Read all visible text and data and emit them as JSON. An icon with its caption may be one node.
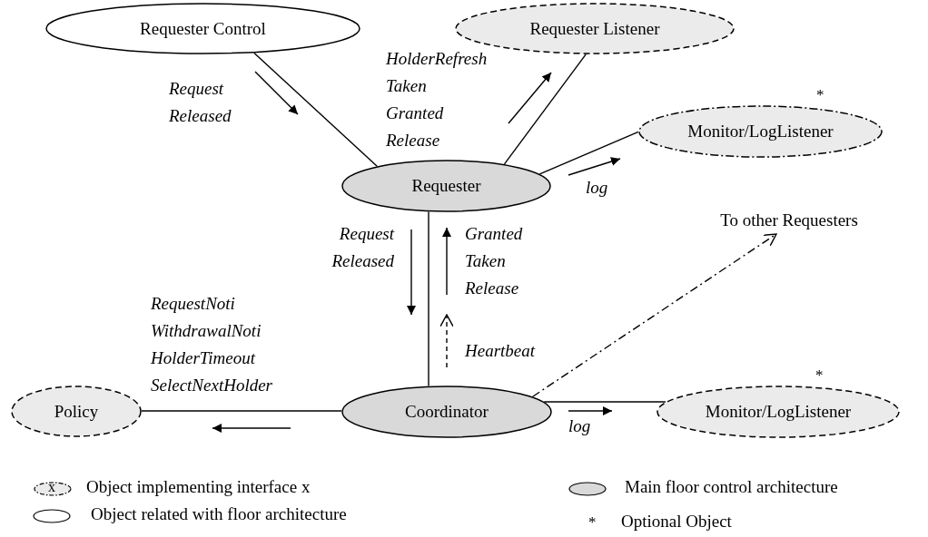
{
  "diagram": {
    "nodes": [
      {
        "text": [
          "Requester Control"
        ]
      },
      {
        "text": [
          "Requester Listener"
        ]
      },
      {
        "text": [
          "Monitor/LogListener"
        ],
        "beside": [
          "*"
        ]
      },
      {
        "text": [
          "Requester"
        ]
      },
      {
        "text": [
          "To other Requesters"
        ]
      },
      {
        "text": [
          "Policy"
        ]
      },
      {
        "text": [
          "Coordinator"
        ]
      },
      {
        "text": [
          "Monitor/LogListener"
        ],
        "beside": [
          "*"
        ]
      }
    ],
    "edges": [
      {
        "from": 0,
        "to": 3,
        "arrow": "none",
        "label": "Request Released"
      },
      {
        "from": 3,
        "to": 1,
        "arrow": "none",
        "label": "HolderRefresh Taken Granted Release"
      },
      {
        "from": 3,
        "to": 2,
        "arrow": "none",
        "label": "log"
      },
      {
        "from": 3,
        "to": 6,
        "arrow": "none"
      },
      {
        "from": 6,
        "to": 4,
        "arrow": "to",
        "style": "dashed"
      },
      {
        "from": 6,
        "to": 5,
        "arrow": "none",
        "label": "RequestNoti WithdrawalNoti HolderTimeout SelectNextHolder"
      },
      {
        "from": 6,
        "to": 7,
        "arrow": "none",
        "label": "log"
      }
    ],
    "labels": [
      "Request Released",
      "Granted Taken Release",
      "Heartbeat",
      "x",
      "*"
    ],
    "legend": [
      {
        "text": "Object implementing interface x",
        "color": "#ebebeb"
      },
      {
        "text": "Object related with floor architecture"
      },
      {
        "text": "Main floor control architecture",
        "color": "#d9d9d9"
      },
      {
        "text": "Optional Object"
      }
    ]
  }
}
